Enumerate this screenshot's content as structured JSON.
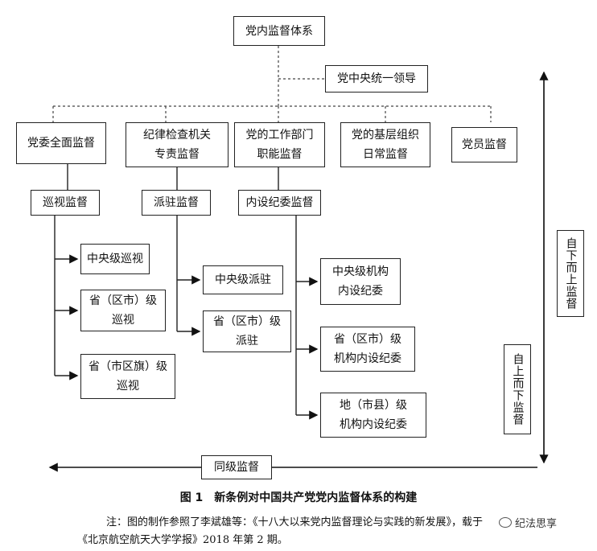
{
  "root": "党内监督体系",
  "leadership": "党中央统一领导",
  "level1": [
    "党委全面监督",
    "纪律检查机关\n专责监督",
    "党的工作部门\n职能监督",
    "党的基层组织\n日常监督",
    "党员监督"
  ],
  "level2": [
    "巡视监督",
    "派驻监督",
    "内设纪委监督"
  ],
  "patrol_items": [
    "中央级巡视",
    "省（区市）级\n巡视",
    "省（市区旗）级\n巡视"
  ],
  "station_items": [
    "中央级派驻",
    "省（区市）级\n派驻"
  ],
  "internal_items": [
    "中央级机构\n内设纪委",
    "省（区市）级\n机构内设纪委",
    "地（市县）级\n机构内设纪委"
  ],
  "bottom_up": "自下而上监督",
  "top_down": "自上而下监督",
  "peer": "同级监督",
  "caption": "图 1　新条例对中国共产党党内监督体系的构建",
  "note_line1": "注：图的制作参照了李斌雄等：《十八大以来党内监督理论与实践的新发展》，载于",
  "note_line2": "《北京航空航天大学学报》2018 年第 2 期。",
  "watermark": "纪法思享"
}
